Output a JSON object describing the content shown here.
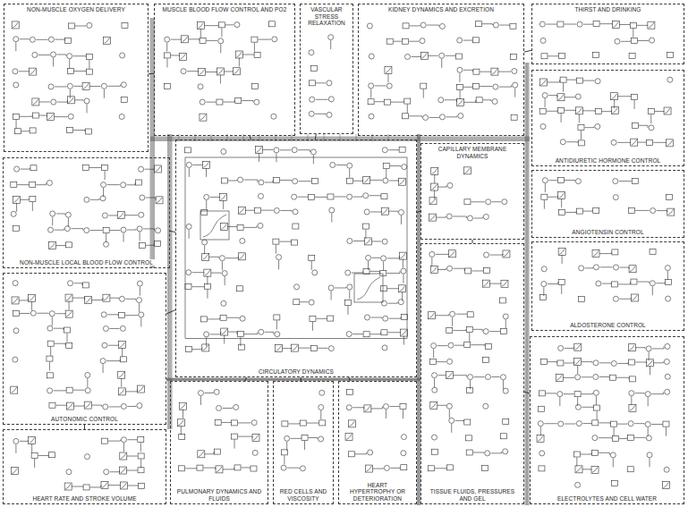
{
  "diagram": {
    "nodes": [
      {
        "text": [
          "NON-MUSCLE OXYGEN DELIVERY"
        ]
      },
      {
        "text": [
          "MUSCLE BLOOD FLOW CONTROL AND PO2"
        ]
      },
      {
        "text": [
          "VASCULAR STRESS RELAXATION"
        ]
      },
      {
        "text": [
          "KIDNEY DYNAMICS AND EXCRETION"
        ]
      },
      {
        "text": [
          "THIRST AND DRINKING"
        ]
      },
      {
        "text": [
          "NON-MUSCLE LOCAL BLOOD FLOW CONTROL"
        ]
      },
      {
        "text": [
          "CIRCULATORY DYNAMICS"
        ]
      },
      {
        "text": [
          "CAPILLARY MEMBRANE DYNAMICS"
        ]
      },
      {
        "text": [
          "ANTIDIURETIC HORMONE CONTROL"
        ]
      },
      {
        "text": [
          "ANGIOTENSIN CONTROL"
        ]
      },
      {
        "text": [
          "ALDOSTERONE CONTROL"
        ]
      },
      {
        "text": [
          "AUTONOMIC CONTROL"
        ]
      },
      {
        "text": [
          "HEART RATE AND STROKE VOLUME"
        ]
      },
      {
        "text": [
          "PULMONARY DYNAMICS AND FLUIDS"
        ]
      },
      {
        "text": [
          "RED CELLS AND VISCOSITY"
        ]
      },
      {
        "text": [
          "HEART HYPERTROPHY OR DETERIORATION"
        ]
      },
      {
        "text": [
          "TISSUE FLUIDS, PRESSURES AND GEL"
        ]
      },
      {
        "text": [
          "ELECTROLYTES AND CELL WATER"
        ]
      }
    ],
    "edges": [
      {
        "from": 6,
        "to": 5,
        "arrow": "none"
      },
      {
        "from": 6,
        "to": 11,
        "arrow": "none"
      },
      {
        "from": 6,
        "to": 7,
        "arrow": "none"
      },
      {
        "from": 6,
        "to": 1,
        "arrow": "none"
      },
      {
        "from": 6,
        "to": 2,
        "arrow": "none"
      },
      {
        "from": 6,
        "to": 14,
        "arrow": "none"
      },
      {
        "from": 13,
        "to": 6,
        "arrow": "none"
      },
      {
        "from": 6,
        "to": 15,
        "arrow": "none"
      },
      {
        "from": 7,
        "to": 16,
        "arrow": "none"
      },
      {
        "from": 16,
        "to": 17,
        "arrow": "none"
      },
      {
        "from": 3,
        "to": 4,
        "arrow": "none"
      },
      {
        "from": 11,
        "to": 12,
        "arrow": "none"
      },
      {
        "from": 0,
        "to": 1,
        "arrow": "none"
      }
    ]
  }
}
